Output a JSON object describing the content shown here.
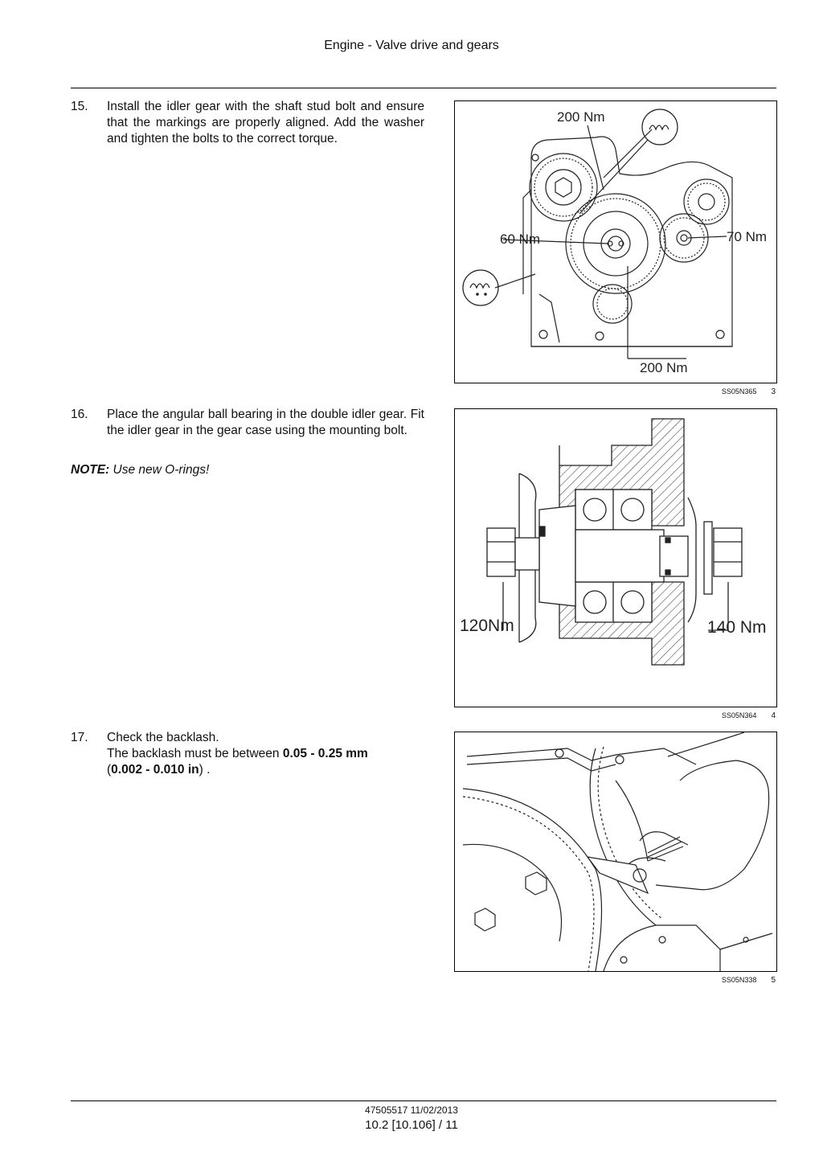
{
  "header": {
    "title": "Engine - Valve drive and gears"
  },
  "steps": [
    {
      "number": "15.",
      "text": "Install the idler gear with the shaft stud bolt and ensure that the markings are properly aligned. Add the washer and tighten the bolts to the correct torque."
    },
    {
      "number": "16.",
      "text": "Place the angular ball bearing in the double idler gear. Fit the idler gear in the gear case using the mounting bolt.",
      "note_label": "NOTE:",
      "note_text": "Use new O-rings!"
    },
    {
      "number": "17.",
      "line1": "Check the backlash.",
      "line2_prefix": "The backlash must be between ",
      "value_mm": "0.05 - 0.25 mm",
      "paren_open": "(",
      "value_in": "0.002 - 0.010 in",
      "paren_close": ") ."
    }
  ],
  "figures": [
    {
      "code": "SS05N365",
      "number": "3",
      "labels": {
        "top": "200 Nm",
        "left": "60 Nm",
        "right": "70 Nm",
        "bottom": "200 Nm"
      }
    },
    {
      "code": "SS05N364",
      "number": "4",
      "labels": {
        "left": "120Nm",
        "right": "140 Nm"
      }
    },
    {
      "code": "SS05N338",
      "number": "5"
    }
  ],
  "footer": {
    "doc": "47505517 11/02/2013",
    "page": "10.2 [10.106] / 11"
  }
}
